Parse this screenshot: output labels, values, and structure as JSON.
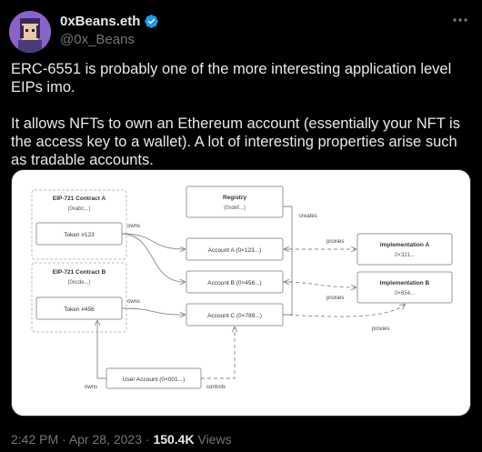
{
  "author": {
    "name": "0xBeans.eth",
    "handle": "@0x_Beans"
  },
  "tweet": {
    "para1": "ERC-6551 is probably one of the more interesting application level EIPs imo.",
    "para2": "It allows NFTs to own an Ethereum account (essentially your NFT is the access key to a wallet). A lot of interesting properties arise such as tradable accounts."
  },
  "diagram": {
    "contract_a_title": "EIP-721 Contract A",
    "contract_a_addr": "(0xabc...)",
    "token_123": "Token #123",
    "contract_b_title": "EIP-721 Contract B",
    "contract_b_addr": "(0xcde...)",
    "token_456": "Token #456",
    "registry_title": "Registry",
    "registry_addr": "(0xdef...)",
    "account_a": "Account A (0×123...)",
    "account_b": "Account B (0×456...)",
    "account_c": "Account C (0×789...)",
    "impl_a_title": "Implementation A",
    "impl_a_addr": "0×321...",
    "impl_b_title": "Implementation B",
    "impl_b_addr": "0×654...",
    "user_account": "User Account (0×001...)",
    "label_owns_1": "owns",
    "label_owns_2": "owns",
    "label_owns_3": "owns",
    "label_creates": "creates",
    "label_proxies_1": "proxies",
    "label_proxies_2": "proxies",
    "label_proxies_3": "proxies",
    "label_controls": "controls"
  },
  "meta": {
    "time": "2:42 PM",
    "sep1": " · ",
    "date": "Apr 28, 2023",
    "sep2": " · ",
    "views_count": "150.4K",
    "views_label": " Views"
  }
}
